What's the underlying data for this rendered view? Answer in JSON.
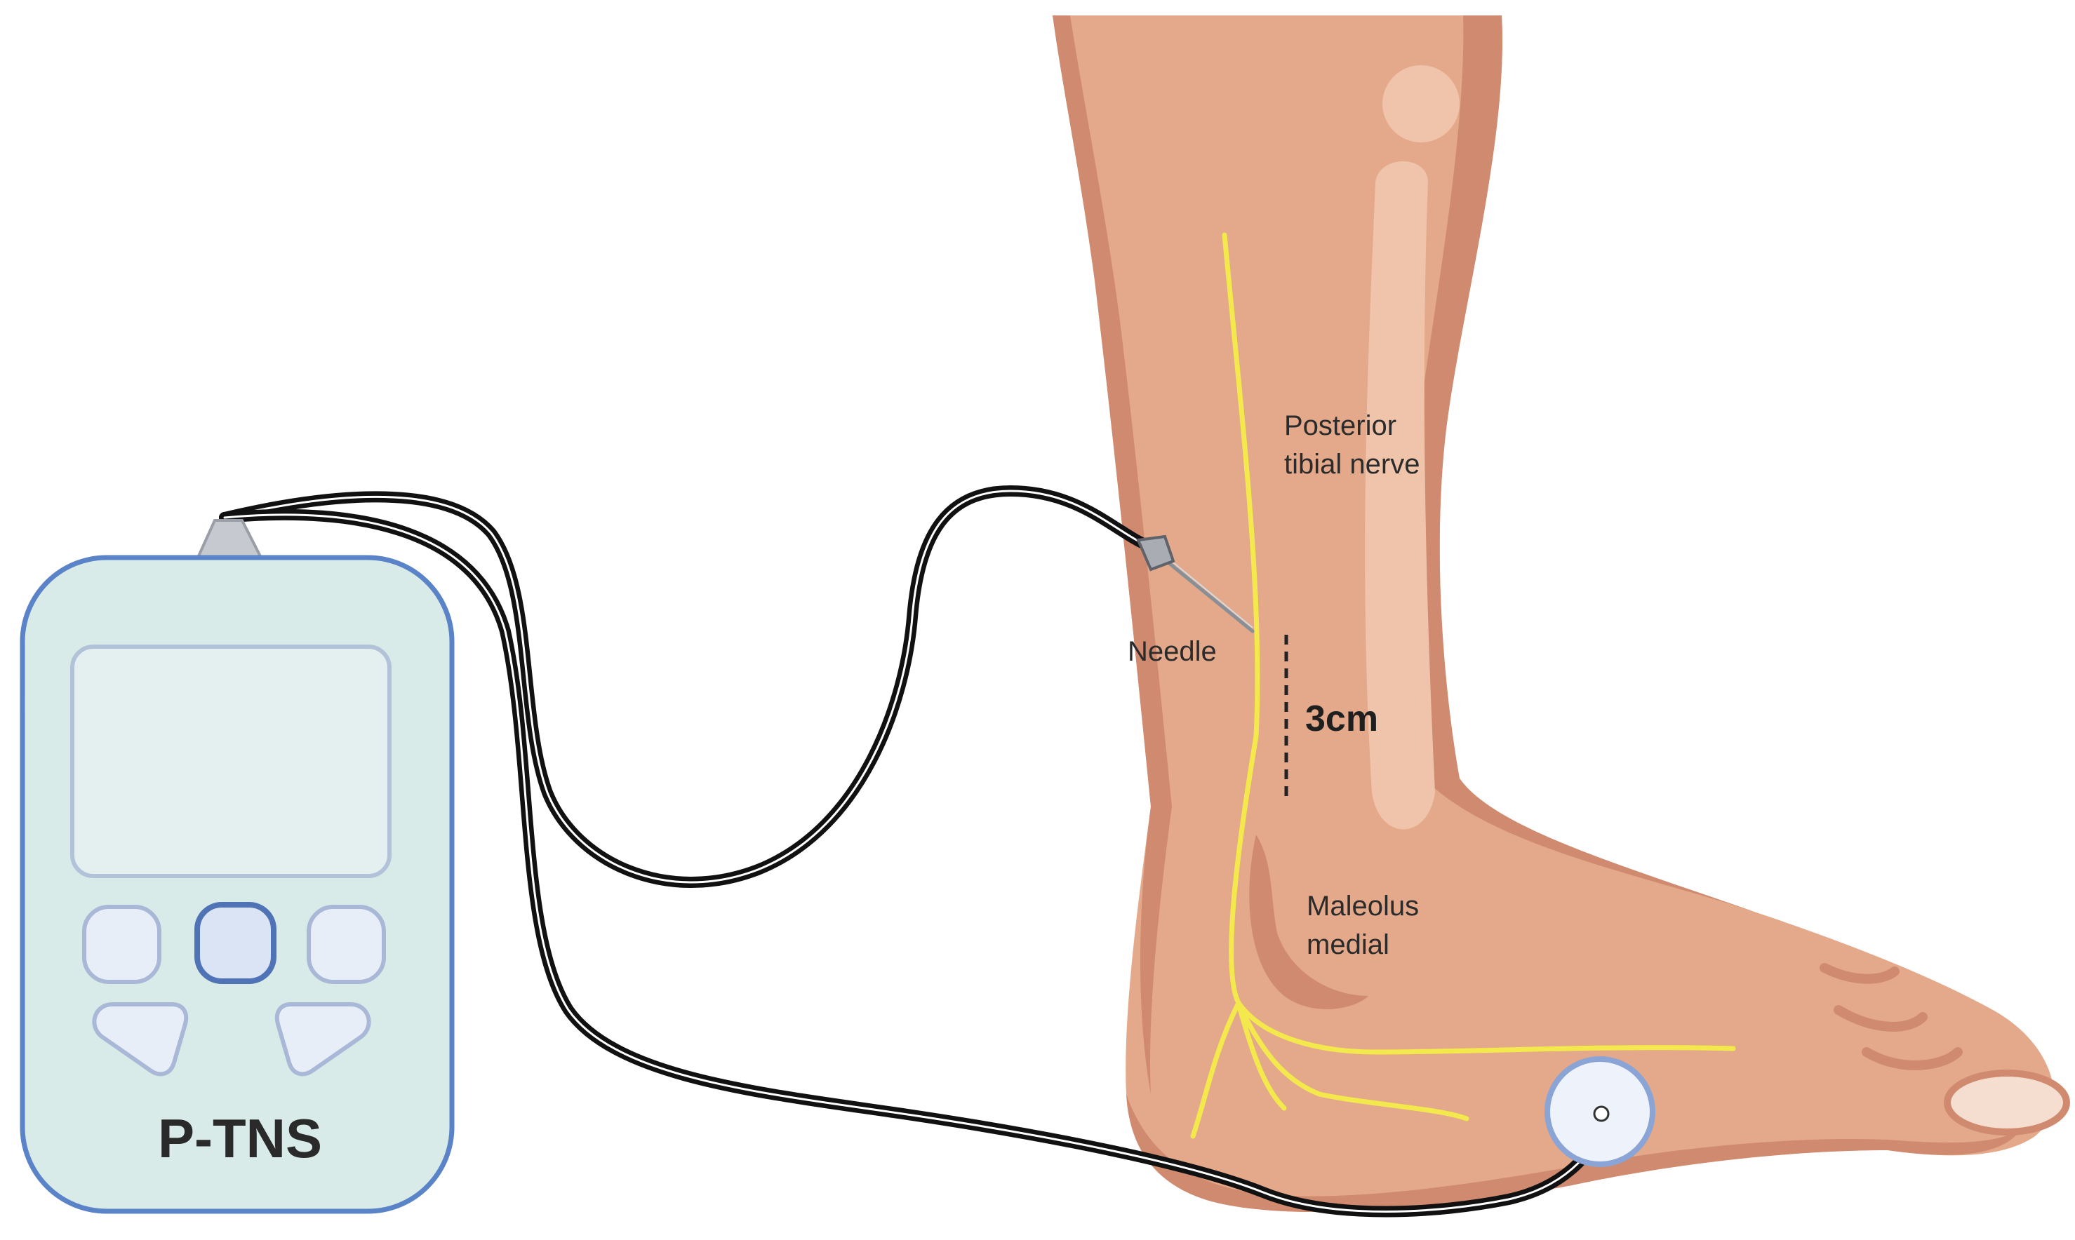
{
  "labels": {
    "nerve_line1": "Posterior",
    "nerve_line2": "tibial nerve",
    "needle": "Needle",
    "distance": "3cm",
    "malleolus_line1": "Maleolus",
    "malleolus_line2": "medial",
    "device": "P-TNS"
  },
  "colors": {
    "skin": "#e3a98a",
    "skin_shadow": "#cf8a6f",
    "skin_highlight": "#efc4ab",
    "nerve": "#f4e94c",
    "device_body": "#d8ebe9",
    "device_outline": "#5b83c7",
    "cable": "#111111",
    "electrode": "#eef2fa"
  },
  "icons": {
    "device": "stimulator-device-icon",
    "needle": "needle-electrode-icon",
    "pad": "surface-electrode-icon"
  }
}
